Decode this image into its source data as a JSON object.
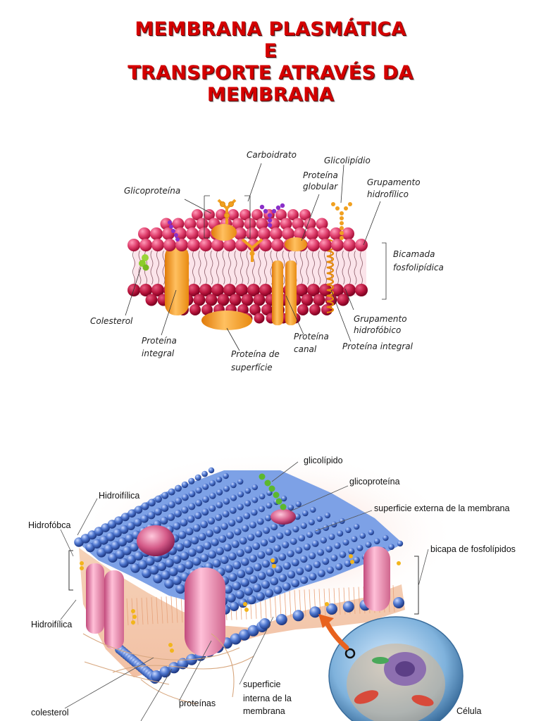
{
  "title": {
    "line1": "MEMBRANA PLASMÁTICA",
    "line2": "E",
    "line3": "TRANSPORTE ATRAVÉS DA",
    "line4": "MEMBRANA"
  },
  "diagram1": {
    "labels": {
      "carboidrato": "Carboidrato",
      "glicolipidio": "Glicolipídio",
      "proteina_globular_1": "Proteína",
      "proteina_globular_2": "globular",
      "glicoproteina": "Glicoproteína",
      "grupamento_hidrofilico_1": "Grupamento",
      "grupamento_hidrofilico_2": "hidrofílico",
      "bicamada_1": "Bicamada",
      "bicamada_2": "fosfolipídica",
      "colesterol": "Colesterol",
      "grupamento_hidrofobico_1": "Grupamento",
      "grupamento_hidrofobico_2": "hidrofóbico",
      "proteina_integral_left_1": "Proteína",
      "proteina_integral_left_2": "integral",
      "proteina_canal_1": "Proteína",
      "proteina_canal_2": "canal",
      "proteina_integral_right": "Proteína integral",
      "proteina_superficie_1": "Proteína de",
      "proteina_superficie_2": "superfície"
    },
    "colors": {
      "head_top": "#e0406e",
      "head_bottom": "#b8143c",
      "protein": "#f59a1c",
      "carbohydrate": "#f0a020",
      "glycolipid_chain": "#8a2fc8",
      "cholesterol": "#8ccc2a"
    }
  },
  "diagram2": {
    "labels": {
      "glicolipido": "glicolípido",
      "glicoproteina": "glicoproteína",
      "superficie_externa": "superficie externa de la membrana",
      "hidroifilica_top": "Hidroifílica",
      "hidrofobca": "Hidrofóbca",
      "bicapa": "bicapa de fosfolípidos",
      "hidroifilica_bottom": "Hidroifílica",
      "superficie_interna_1": "superficie",
      "superficie_interna_2": "interna de la",
      "superficie_interna_3": "membrana",
      "colesterol": "colesterol",
      "proteinas": "proteínas",
      "celula": "Célula"
    },
    "colors": {
      "head": "#4a6fc8",
      "head_dark": "#233f8c",
      "protein": "#e07fa6",
      "glycolipid": "#5cb82e",
      "cell": "#6aa6d4",
      "arrow": "#e8621e"
    }
  }
}
